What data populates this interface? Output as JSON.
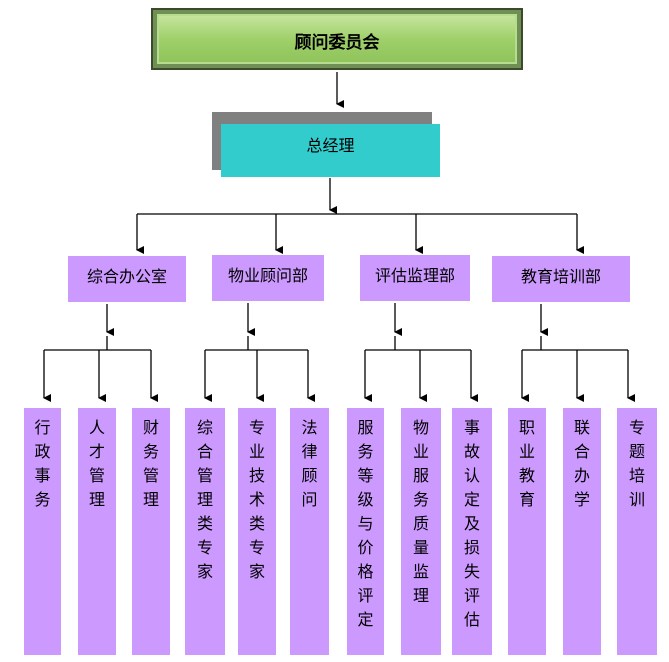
{
  "top": "顾问委员会",
  "manager": "总经理",
  "departments": [
    {
      "name": "综合办公室",
      "items": [
        "行政事务",
        "人才管理",
        "财务管理"
      ]
    },
    {
      "name": "物业顾问部",
      "items": [
        "综合管理类专家",
        "专业技术类专家",
        "法律顾问"
      ]
    },
    {
      "name": "评估监理部",
      "items": [
        "服务等级与价格评定",
        "物业服务质量监理",
        "事故认定及损失评估"
      ]
    },
    {
      "name": "教育培训部",
      "items": [
        "职业教育",
        "联合办学",
        "专题培训"
      ]
    }
  ],
  "colors": {
    "title_box": "#9fd06a",
    "manager_box": "#33cccc",
    "manager_shadow": "#808080",
    "dept_box": "#cc99ff"
  }
}
